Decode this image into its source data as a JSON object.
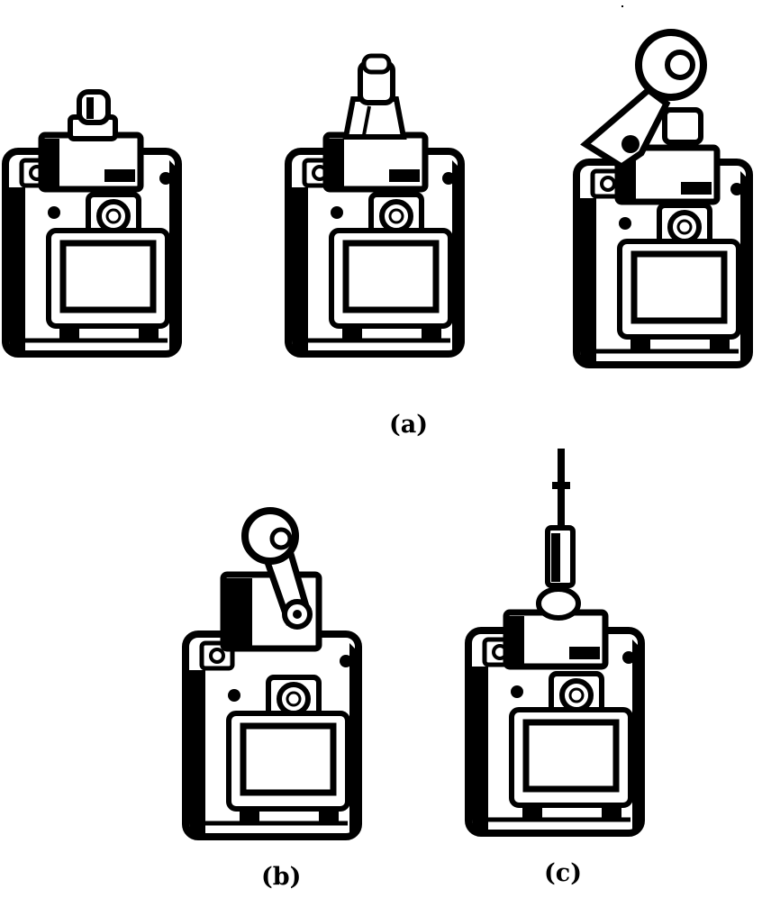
{
  "labels": {
    "a": "(a)",
    "b": "(b)",
    "c": "(c)"
  },
  "colors": {
    "ink": "#000000",
    "paper": "#ffffff"
  },
  "switches": [
    {
      "group": "a",
      "actuator": "plunger"
    },
    {
      "group": "a",
      "actuator": "roller-plunger"
    },
    {
      "group": "a",
      "actuator": "roller-lever-arm"
    },
    {
      "group": "b",
      "actuator": "roller-lever"
    },
    {
      "group": "c",
      "actuator": "rod-whisker"
    }
  ]
}
